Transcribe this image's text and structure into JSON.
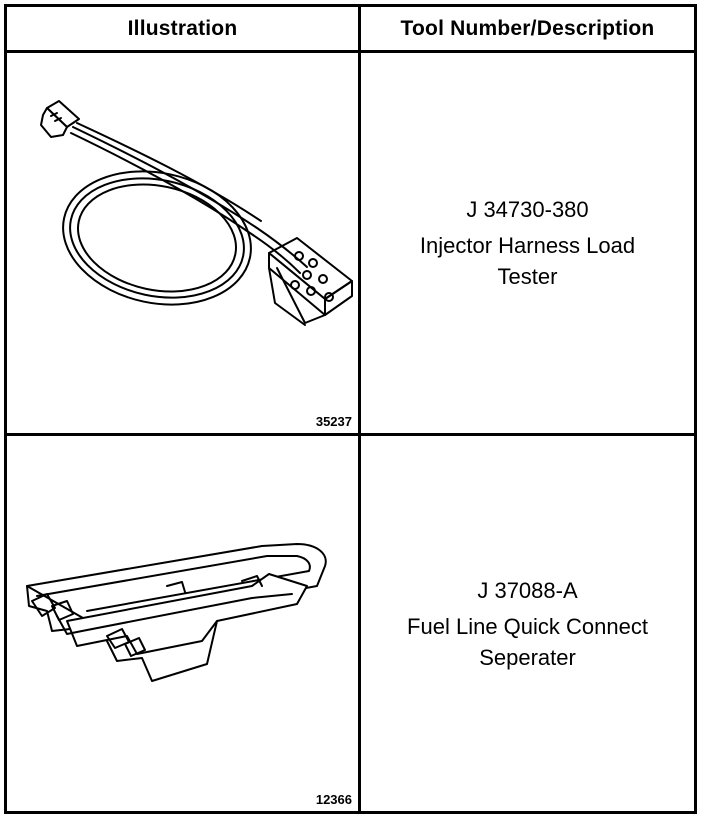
{
  "header": {
    "illustration": "Illustration",
    "tool": "Tool Number/Description"
  },
  "rows": [
    {
      "figure": "35237",
      "tool_number": "J 34730-380",
      "description": [
        "Injector Harness Load",
        "Tester"
      ]
    },
    {
      "figure": "12366",
      "tool_number": "J 37088-A",
      "description": [
        "Fuel Line Quick Connect",
        "Seperater"
      ]
    }
  ]
}
